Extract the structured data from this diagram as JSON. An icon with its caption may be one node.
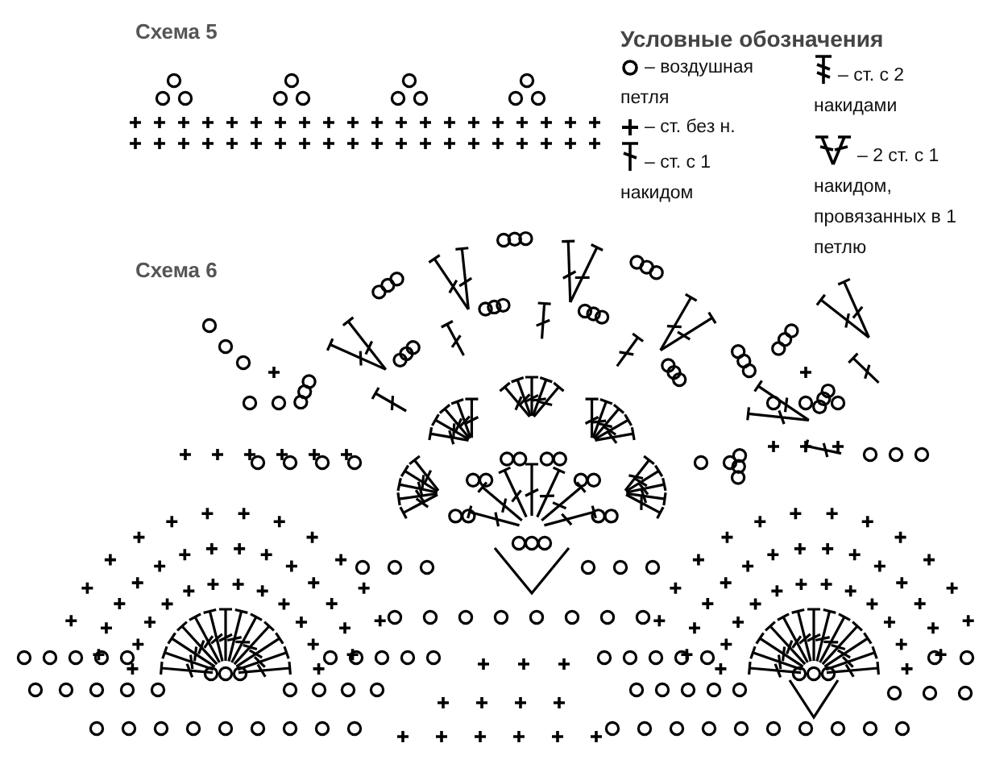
{
  "diagram": {
    "labels": [
      "Схема 5",
      "Условные обозначения",
      "Схема 6"
    ],
    "legend": [
      {
        "text": "– воздушная петля"
      },
      {
        "text": "– ст. без н."
      },
      {
        "text": "– ст. с 1 накидом"
      },
      {
        "text": "– ст. с 2 накидами"
      },
      {
        "text": "– 2 ст. с 1 накидом, провязанных в 1 петлю"
      }
    ]
  }
}
